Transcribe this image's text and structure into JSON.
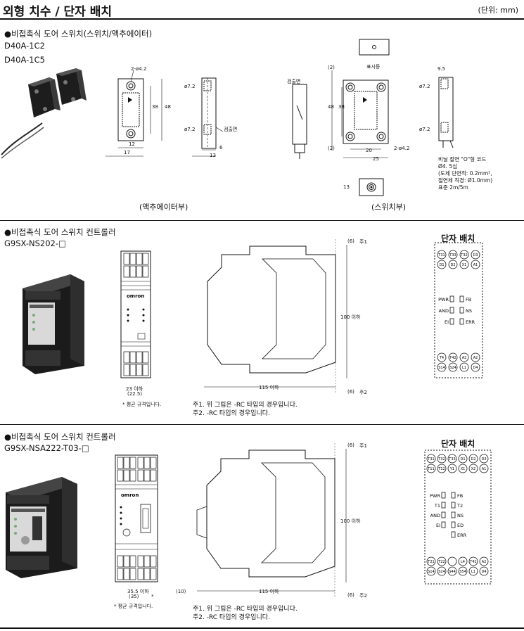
{
  "header": {
    "title": "외형 치수 / 단자 배치",
    "unit": "(단위: mm)"
  },
  "sec1": {
    "heading": "●비접촉식 도어 스위치(스위치/액추에이터)",
    "models": [
      "D40A-1C2",
      "D40A-1C5"
    ],
    "actuator_caption": "(액추에이터부)",
    "switch_caption": "(스위치부)",
    "dims": {
      "hole_a": "2-ø4.2",
      "d38": "38",
      "d48": "48",
      "d12": "12",
      "d17": "17",
      "d72a": "ø7.2",
      "d72b": "ø7.2",
      "detect_a": "검출면",
      "d6": "6",
      "d13": "13",
      "detect_b": "검출면",
      "p2a": "(2)",
      "indicator": "표시등",
      "p2b": "(2)",
      "d20": "20",
      "d25": "25",
      "hole_b": "2-ø4.2",
      "d95": "9.5",
      "d72c": "ø7.2",
      "d72d": "ø7.2",
      "d13b": "13"
    },
    "cable_note": [
      "비닐 절연 \"O\"형 코드",
      "Ø4. 5심",
      "(도체 단면적: 0.2mm²,",
      "절연체 직경: Ø1.0mm)",
      "표준 2m/5m"
    ]
  },
  "sec2": {
    "heading": "●비접촉식 도어 스위치 컨트롤러",
    "model": "G9SX-NS202-□",
    "brand": "omron",
    "w23": "23 이하",
    "w225": "(22.5)",
    "avg_note": "* 평균 규격입니다.",
    "n6a": "(6)",
    "note1_tag": "주1",
    "h100": "100 이하",
    "w115": "115 이하",
    "n6b": "(6)",
    "note2_tag": "주2",
    "notes": [
      "주1. 위 그림은 -RC 타입의 경우입니다.",
      "주2. -RC 타입의 경우입니다."
    ],
    "terminal_title": "단자 배치",
    "top_row1": [
      "T31",
      "T33",
      "T32",
      "D3"
    ],
    "top_row2": [
      "D1",
      "D2",
      "X1",
      "A1"
    ],
    "leds": [
      {
        "l": "PWR",
        "r": "FB"
      },
      {
        "l": "AND",
        "r": "NS"
      },
      {
        "l": "EI",
        "r": "ERR"
      }
    ],
    "bot_row1": [
      "T4",
      "T42",
      "A2",
      "A2"
    ],
    "bot_row2": [
      "S14",
      "S24",
      "L1",
      "D4"
    ]
  },
  "sec3": {
    "heading": "●비접촉식 도어 스위치 컨트롤러",
    "model": "G9SX-NSA222-T03-□",
    "brand": "omron",
    "w355": "35.5 이하",
    "w35": "(35)",
    "star": "*",
    "avg_note": "* 평균 규격입니다.",
    "n6a": "(6)",
    "note1_tag": "주1",
    "h100": "100 이하",
    "w115": "115 이하",
    "n10": "(10)",
    "n6b": "(6)",
    "note2_tag": "주2",
    "notes": [
      "주1. 위 그림은 -RC 타입의 경우입니다.",
      "주2. -RC 타입의 경우입니다."
    ],
    "terminal_title": "단자 배치",
    "top_row1": [
      "T31",
      "T32",
      "T33",
      "D1",
      "D2",
      "D3"
    ],
    "top_row2": [
      "T11",
      "T12",
      "Y1",
      "X1",
      "X2",
      "A1"
    ],
    "leds": [
      {
        "l": "PWR",
        "r": "FB"
      },
      {
        "l": "T1",
        "r": "T2"
      },
      {
        "l": "AND",
        "r": "NS"
      },
      {
        "l": "EI",
        "r": "ED"
      },
      {
        "l": "",
        "r": "ERR"
      }
    ],
    "bot_row1": [
      "T21",
      "T22",
      "",
      "L4",
      "T42",
      "A2"
    ],
    "bot_row2": [
      "S14",
      "S24",
      "S44",
      "S54",
      "L1",
      "D4"
    ]
  }
}
